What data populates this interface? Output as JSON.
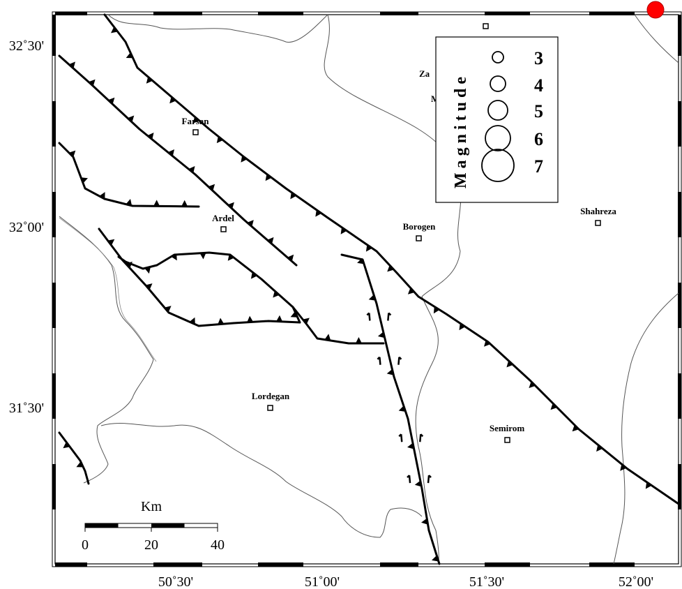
{
  "map": {
    "lon_labels": [
      "50˚30'",
      "51˚00'",
      "51˚30'",
      "52˚00'"
    ],
    "lat_labels": [
      "32˚30'",
      "32˚00'",
      "31˚30'"
    ]
  },
  "cities": [
    {
      "name": "Farsan"
    },
    {
      "name": "Ardel"
    },
    {
      "name": "Borogen"
    },
    {
      "name": "Shahreza"
    },
    {
      "name": "Lordegan"
    },
    {
      "name": "Semirom"
    },
    {
      "name": "Za"
    },
    {
      "name": "M"
    }
  ],
  "legend": {
    "title": "Magnitude",
    "magnitudes": [
      "3",
      "4",
      "5",
      "6",
      "7"
    ]
  },
  "scale_bar": {
    "unit": "Km",
    "labels": [
      "0",
      "20",
      "40"
    ]
  },
  "colors": {
    "event_marker": "#ff0000",
    "frame": "#000000"
  }
}
